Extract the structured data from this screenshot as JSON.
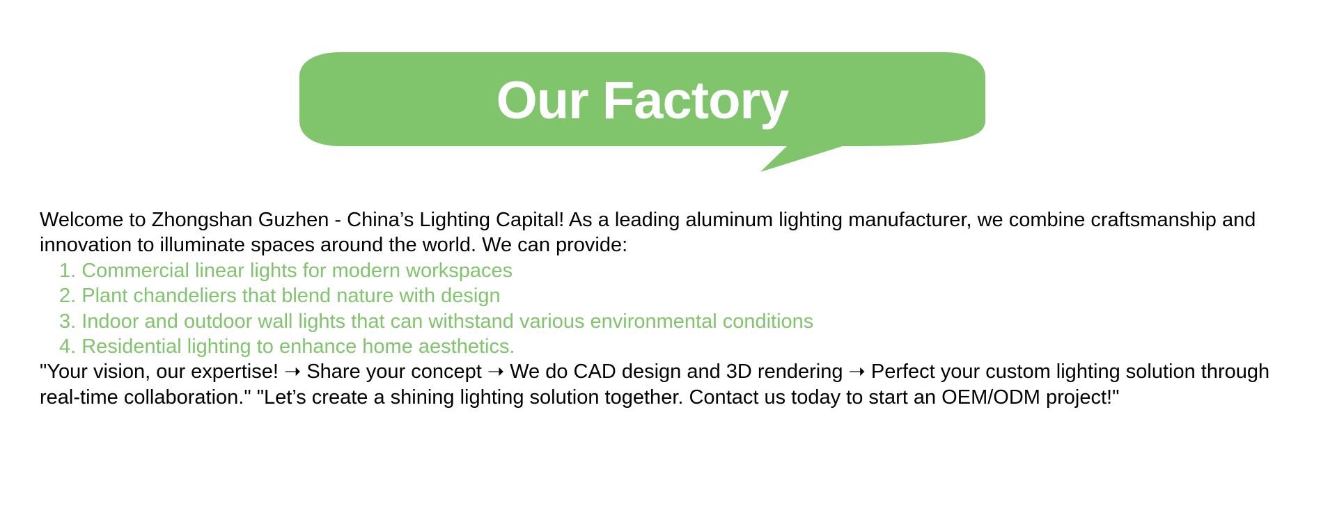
{
  "banner": {
    "title": "Our Factory",
    "color": "#80c46c",
    "text_color": "#ffffff"
  },
  "intro": "Welcome to Zhongshan Guzhen - China’s Lighting Capital! As a leading aluminum lighting manufacturer, we combine craftsmanship and innovation to illuminate spaces around the world. We can provide:",
  "features": [
    "1. Commercial linear lights for modern workspaces",
    "2. Plant chandeliers that blend nature with design",
    "3. Indoor and outdoor wall lights that can withstand various environmental conditions",
    "4. Residential lighting to enhance home aesthetics."
  ],
  "closing": "\"Your vision, our expertise! ➝ Share your concept ➝ We do CAD design and 3D rendering ➝ Perfect your custom lighting solution through real-time collaboration.\" \"Let’s create a shining lighting solution together. Contact us today to start an OEM/ODM project!\"",
  "colors": {
    "accent": "#80c46c",
    "text": "#000000",
    "background": "#ffffff"
  }
}
